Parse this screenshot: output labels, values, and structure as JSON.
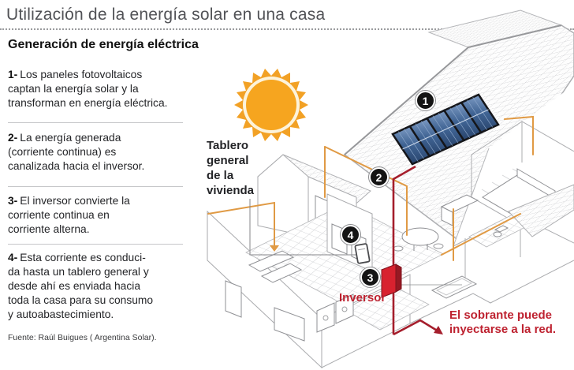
{
  "title": "Utilización de la energía solar en una casa",
  "section": {
    "heading": "Generación de energía eléctrica",
    "steps": [
      {
        "num": "1-",
        "text": "Los paneles fotovoltaicos\ncaptan la energía solar y la\ntransforman en energía eléctrica."
      },
      {
        "num": "2-",
        "text": "La energía generada\n(corriente continua) es\ncanalizada hacia el inversor."
      },
      {
        "num": "3-",
        "text": "El inversor convierte la\ncorriente continua en\ncorriente alterna."
      },
      {
        "num": "4-",
        "text": "Esta corriente es conduci-\nda hasta un tablero general y\ndesde ahí es enviada hacia\ntoda la casa para su consumo\ny autoabastecimiento."
      }
    ],
    "source": "Fuente: Raúl Buigues ( Argentina Solar)."
  },
  "diagram": {
    "labels": {
      "tablero": "Tablero\ngeneral\nde la\nvivienda",
      "inversor": "Inversor",
      "sobrante": "El sobrante puede\ninyectarse a la red."
    },
    "badges": [
      {
        "n": "1"
      },
      {
        "n": "2"
      },
      {
        "n": "3"
      },
      {
        "n": "4"
      }
    ],
    "colors": {
      "sun": "#F6A51F",
      "dc_wire": "#A51E2C",
      "ac_wire": "#E09A44",
      "inverter": "#D8222F",
      "red_label": "#BE2230",
      "roof_line": "#CBCCCF"
    }
  }
}
